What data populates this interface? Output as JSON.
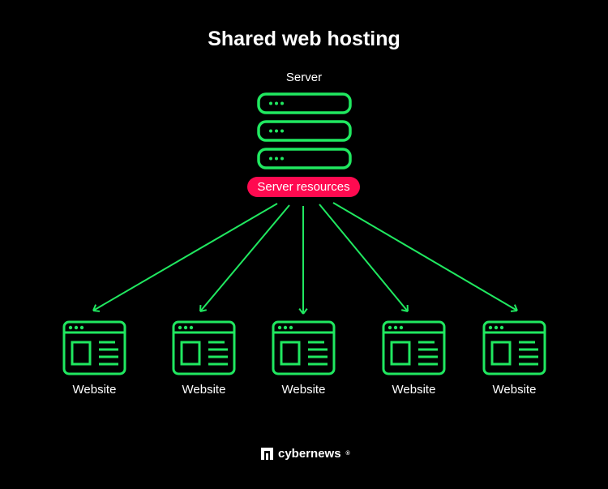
{
  "title": "Shared web hosting",
  "server": {
    "label": "Server",
    "unit_count": 3
  },
  "resources_label": "Server resources",
  "websites": [
    {
      "label": "Website"
    },
    {
      "label": "Website"
    },
    {
      "label": "Website"
    },
    {
      "label": "Website"
    },
    {
      "label": "Website"
    }
  ],
  "brand": {
    "name": "cybernews",
    "mark": "®"
  },
  "colors": {
    "green": "#20e860",
    "red": "#ff0a50",
    "background": "#000000"
  }
}
